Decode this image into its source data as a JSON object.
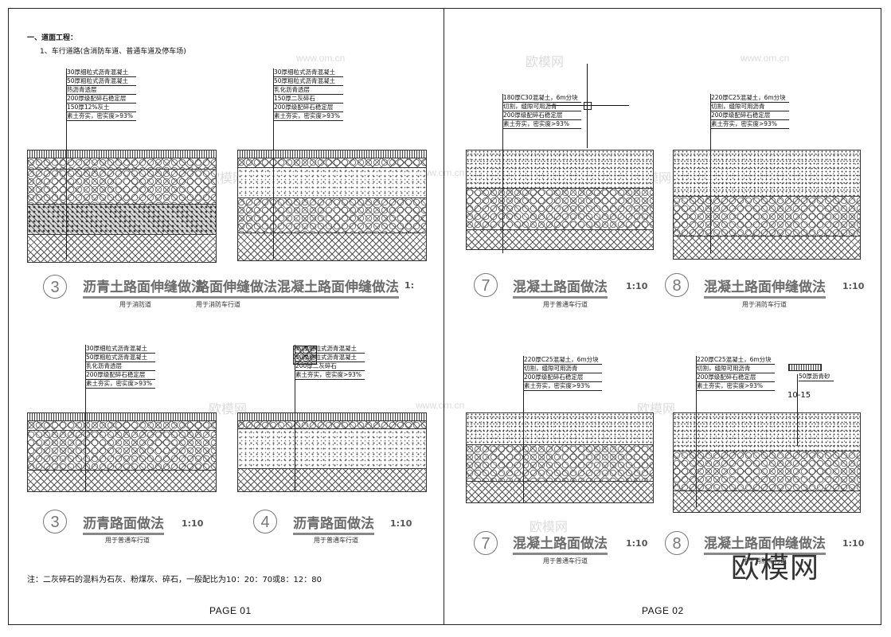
{
  "heading": {
    "line1": "一、道面工程：",
    "line2": "1、车行道路(含消防车道、普通车道及停车场)"
  },
  "note": "注：二灰碎石的混料为石灰、粉煤灰、碎石，一般配比为10：20：70或8：12：80",
  "pages": {
    "left": "PAGE 01",
    "right": "PAGE 02"
  },
  "logo": "欧模网",
  "watermarks": [
    "www.om.cn",
    "欧模网"
  ],
  "panels": [
    {
      "annotations": [
        "30厚细粒式沥青混凝土",
        "50厚粗粒式沥青混凝土",
        "热沥青透层",
        "200厚级配碎石稳定层",
        "150厚12%灰土",
        "素土夯实，密实度>93%"
      ],
      "title_number": "3",
      "title": "沥青土路面伸缝做法",
      "scale": "",
      "subtitle": "用于消防道"
    },
    {
      "annotations": [
        "30厚细粒式沥青混凝土",
        "50厚粗粒式沥青混凝土",
        "乳化沥青透层",
        "150厚二灰碎石",
        "200厚级配碎石稳定层",
        "素土夯实，密实度>93%"
      ],
      "title_number": "",
      "title": "路面伸缝做法混凝土路面伸缝做法",
      "scale": "1:",
      "subtitle": "用于消防车行道"
    },
    {
      "annotations": [
        "180厚C30混凝土，6m分块",
        "切割，缝隙可用沥青",
        "200厚级配碎石稳定层",
        "素土夯实，密实度>93%"
      ],
      "title_number": "7",
      "title": "混凝土路面做法",
      "scale": "1:10",
      "subtitle": "用于普通车行道"
    },
    {
      "annotations": [
        "220厚C25混凝土，6m分块",
        "切割，缝隙可用沥青",
        "200厚级配碎石稳定层",
        "素土夯实，密实度>93%"
      ],
      "title_number": "8",
      "title": "混凝土路面伸缝做法",
      "scale": "1:10",
      "subtitle": "用于消防车行道"
    },
    {
      "annotations": [
        "30厚细粒式沥青混凝土",
        "50厚粗粒式沥青混凝土",
        "乳化沥青透层",
        "200厚级配碎石稳定层",
        "素土夯实，密实度>93%"
      ],
      "title_number": "3",
      "title": "沥青路面做法",
      "scale": "1:10",
      "subtitle": "用于普通车行道"
    },
    {
      "annotations": [
        "30厚细粒式沥青混凝土",
        "50厚粗粒式沥青混凝土",
        "200厚二灰碎石",
        "素土夯实，密实度>93%"
      ],
      "title_number": "4",
      "title": "沥青路面做法",
      "scale": "1:10",
      "subtitle": "用于普通车行道"
    },
    {
      "annotations": [
        "220厚C25混凝土，6m分块",
        "切割，缝隙可用沥青",
        "200厚级配碎石稳定层",
        "素土夯实，密实度>93%"
      ],
      "title_number": "7",
      "title": "混凝土路面做法",
      "scale": "1:10",
      "subtitle": "用于普通车行道"
    },
    {
      "annotations": [
        "220厚C25混凝土，6m分块",
        "切割，缝隙可用沥青",
        "200厚级配碎石稳定层",
        "素土夯实，密实度>93%"
      ],
      "extra_annotation": "50厚沥青砂",
      "dimension": "10-15",
      "title_number": "8",
      "title": "混凝土路面伸缝做法",
      "scale": "1:10",
      "subtitle": "用于消防车行道"
    }
  ]
}
